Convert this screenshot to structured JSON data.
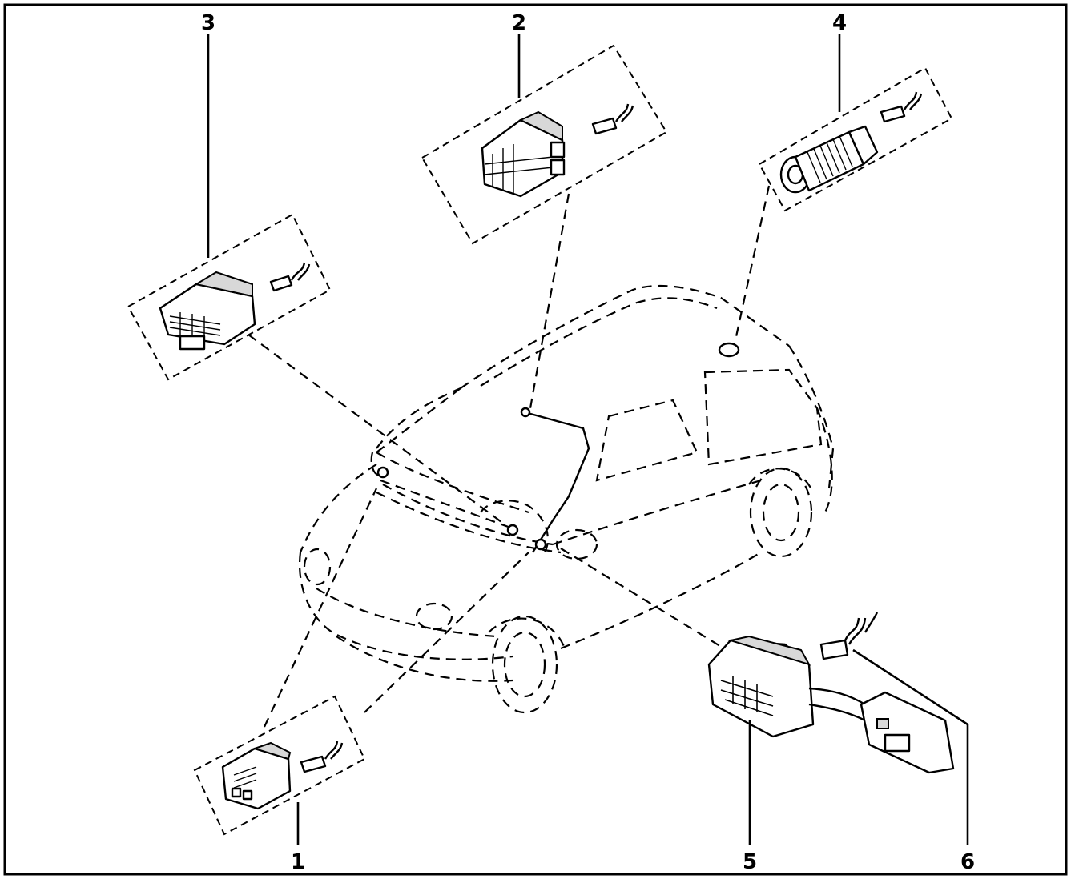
{
  "diagram": {
    "callouts": [
      {
        "id": "1",
        "text": "1"
      },
      {
        "id": "2",
        "text": "2"
      },
      {
        "id": "3",
        "text": "3"
      },
      {
        "id": "4",
        "text": "4"
      },
      {
        "id": "5",
        "text": "5"
      },
      {
        "id": "6",
        "text": "6"
      }
    ],
    "parts": [
      {
        "callout": "1",
        "kind": "small-connector-with-contact"
      },
      {
        "callout": "2",
        "kind": "dual-block-connector-with-contact"
      },
      {
        "callout": "3",
        "kind": "multi-pin-connector-with-contact"
      },
      {
        "callout": "4",
        "kind": "round-antenna-connector-with-contact"
      },
      {
        "callout": "5",
        "kind": "diagnostic-connector-housing"
      },
      {
        "callout": "6",
        "kind": "crimp-contact"
      }
    ],
    "colors": {
      "line": "#000000",
      "background": "#ffffff"
    }
  }
}
